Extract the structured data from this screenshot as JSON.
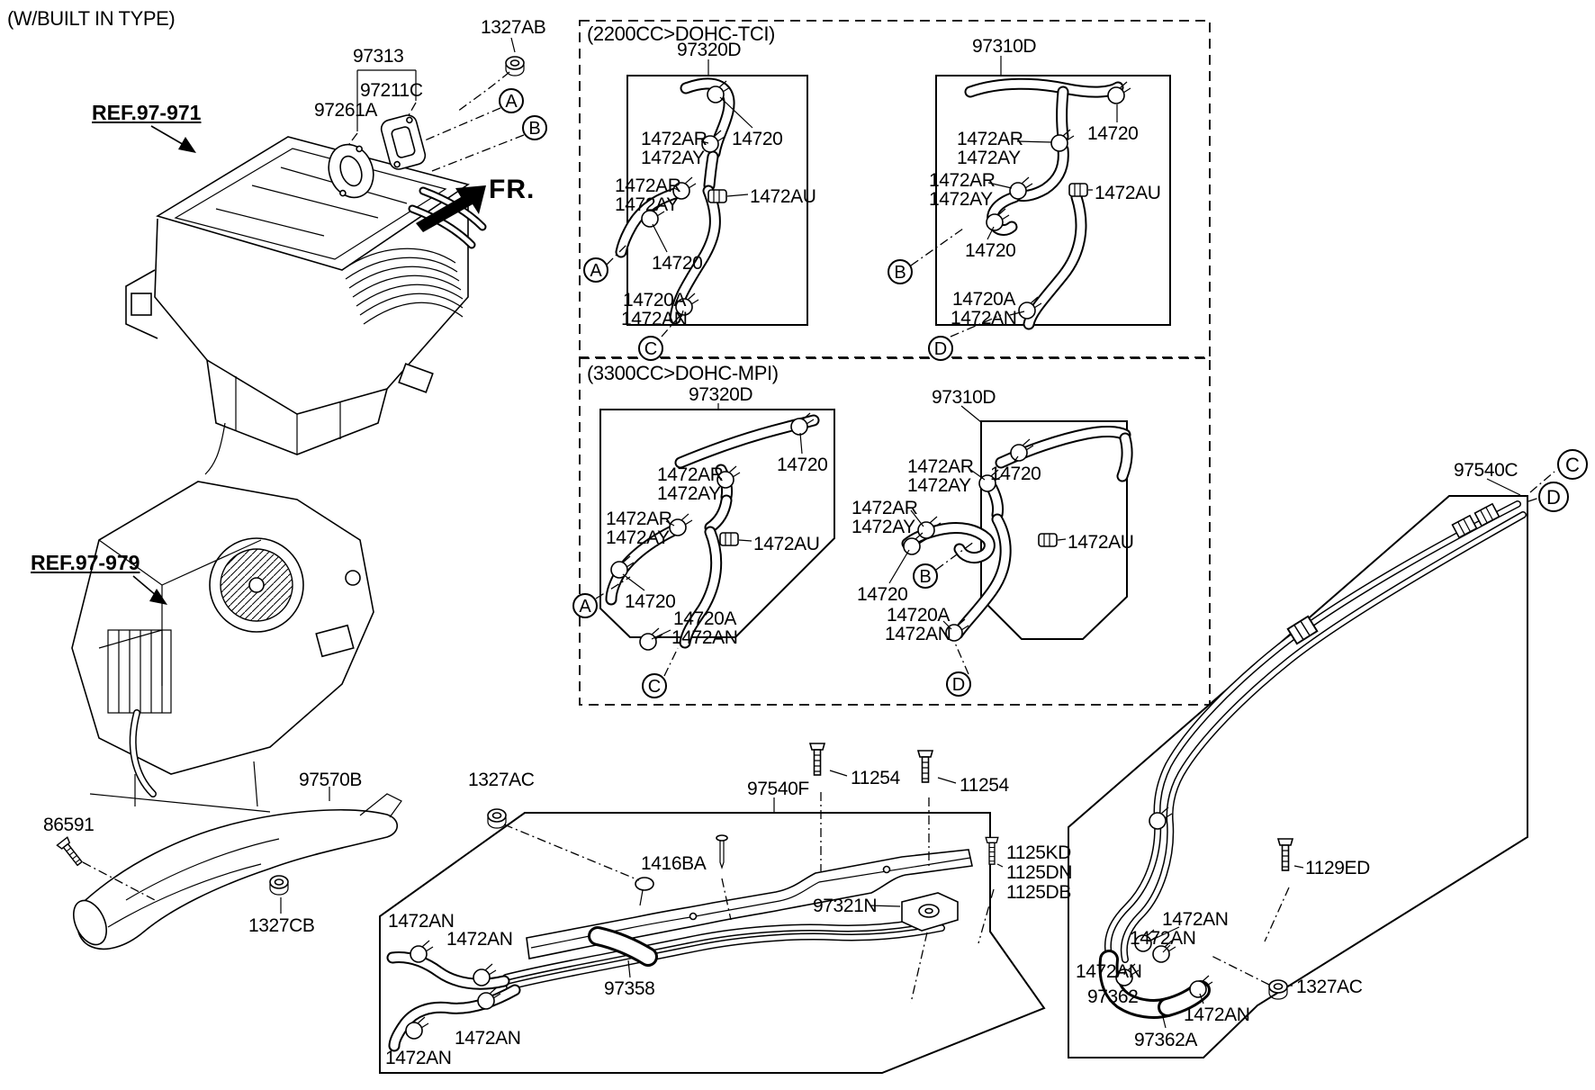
{
  "page": {
    "title": "(W/BUILT IN TYPE)",
    "fr": "FR."
  },
  "refs": {
    "front": "REF.97-971",
    "rear": "REF.97-979"
  },
  "connectors": {
    "a": "A",
    "b": "B",
    "c": "C",
    "d": "D"
  },
  "sections": {
    "s2200": "(2200CC>DOHC-TCI)",
    "s3300": "(3300CC>DOHC-MPI)"
  },
  "codes": {
    "c97313": "97313",
    "c1327AB": "1327AB",
    "c97211C": "97211C",
    "c97261A": "97261A",
    "c97320D": "97320D",
    "c97310D": "97310D",
    "c1472AR": "1472AR",
    "c1472AY": "1472AY",
    "c14720": "14720",
    "c1472AU": "1472AU",
    "c14720A": "14720A",
    "c1472AN": "1472AN",
    "c97540C": "97540C",
    "c97570B": "97570B",
    "c86591": "86591",
    "c1327CB": "1327CB",
    "c1327AC": "1327AC",
    "c97540F": "97540F",
    "c11254": "11254",
    "c1416BA": "1416BA",
    "c97321N": "97321N",
    "c1125KD": "1125KD",
    "c1125DN": "1125DN",
    "c1125DB": "1125DB",
    "c97358": "97358",
    "c1129ED": "1129ED",
    "c97362": "97362",
    "c97362A": "97362A"
  }
}
